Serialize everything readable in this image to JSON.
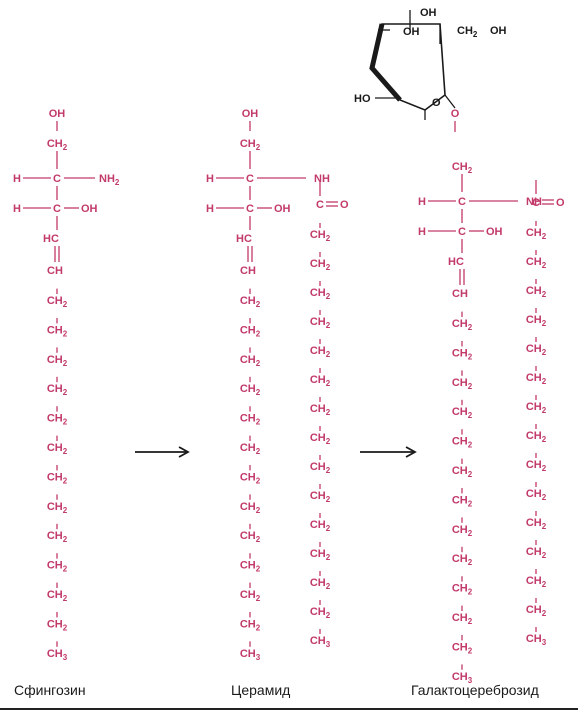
{
  "colors": {
    "chain": "#c23a6a",
    "black": "#1a1a1a",
    "background": "#ffffff"
  },
  "icons": [
    "right-arrow-icon",
    "galactose-ring-icon"
  ],
  "labels": {
    "oh": "OH",
    "h": "H",
    "c": "C",
    "ch": "CH",
    "hc": "HC",
    "ch2": "CH",
    "sub2": "2",
    "ch3": "CH",
    "sub3": "3",
    "nh2": "NH",
    "nh": "NH",
    "o": "O",
    "sugar_ch2oh": "CH",
    "sugar_ch2oh_tail": "OH",
    "ho": "HO"
  },
  "molecules": [
    {
      "name": "sphingosine",
      "caption": "Сфингозин",
      "sphingosine_ch2_count": 12
    },
    {
      "name": "ceramide",
      "caption": "Церамид",
      "chain_ch2_count": 12,
      "acyl_ch2_count": 14
    },
    {
      "name": "galactocerebroside",
      "caption": "Галактоцереброзид",
      "chain_ch2_count": 12,
      "acyl_ch2_count": 14
    }
  ],
  "arrows": 2
}
